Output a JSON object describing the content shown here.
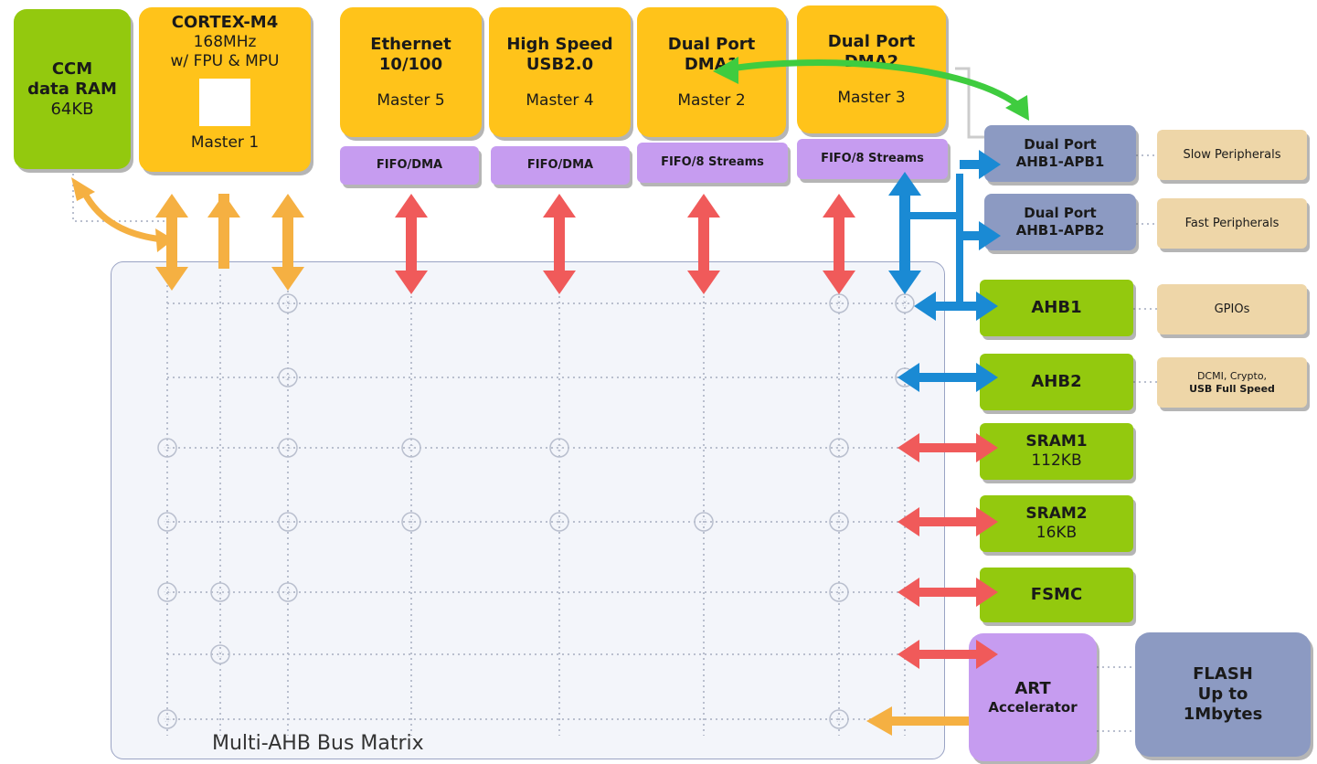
{
  "ccm": {
    "line1": "CCM",
    "line2": "data RAM",
    "line3": "64KB"
  },
  "cortex": {
    "title": "CORTEX-M4",
    "freq": "168MHz",
    "features": "w/ FPU & MPU",
    "master": "Master 1"
  },
  "ethernet": {
    "line1": "Ethernet",
    "line2": "10/100",
    "master": "Master 5",
    "fifo": "FIFO/DMA"
  },
  "usb_hs": {
    "line1": "High Speed",
    "line2": "USB2.0",
    "master": "Master 4",
    "fifo": "FIFO/DMA"
  },
  "dma1": {
    "line1": "Dual Port",
    "line2": "DMA1",
    "master": "Master 2",
    "fifo": "FIFO/8 Streams"
  },
  "dma2": {
    "line1": "Dual Port",
    "line2": "DMA2",
    "master": "Master 3",
    "fifo": "FIFO/8 Streams"
  },
  "apb1": {
    "line1": "Dual Port",
    "line2": "AHB1-APB1",
    "peripheral": "Slow Peripherals"
  },
  "apb2": {
    "line1": "Dual Port",
    "line2": "AHB1-APB2",
    "peripheral": "Fast Peripherals"
  },
  "ahb1": {
    "label": "AHB1",
    "peripheral": "GPIOs"
  },
  "ahb2": {
    "label": "AHB2",
    "peripheral_line1": "DCMI, Crypto,",
    "peripheral_line2": "USB Full Speed"
  },
  "sram1": {
    "line1": "SRAM1",
    "line2": "112KB"
  },
  "sram2": {
    "line1": "SRAM2",
    "line2": "16KB"
  },
  "fsmc": {
    "label": "FSMC"
  },
  "art": {
    "line1": "ART",
    "line2": "Accelerator"
  },
  "flash": {
    "line1": "FLASH",
    "line2": "Up to",
    "line3": "1Mbytes"
  },
  "matrix": {
    "label": "Multi-AHB Bus Matrix"
  },
  "colors": {
    "master_yellow": "#ffc31a",
    "slave_green": "#93c90e",
    "fifo_purple": "#c69cf0",
    "bridge_slate": "#8c9ac2",
    "peripheral_tan": "#eed6a8",
    "arrow_orange": "#f5b042",
    "arrow_red": "#f05a5a",
    "arrow_blue": "#1a8ad4",
    "arrow_green": "#3fcc3f"
  }
}
